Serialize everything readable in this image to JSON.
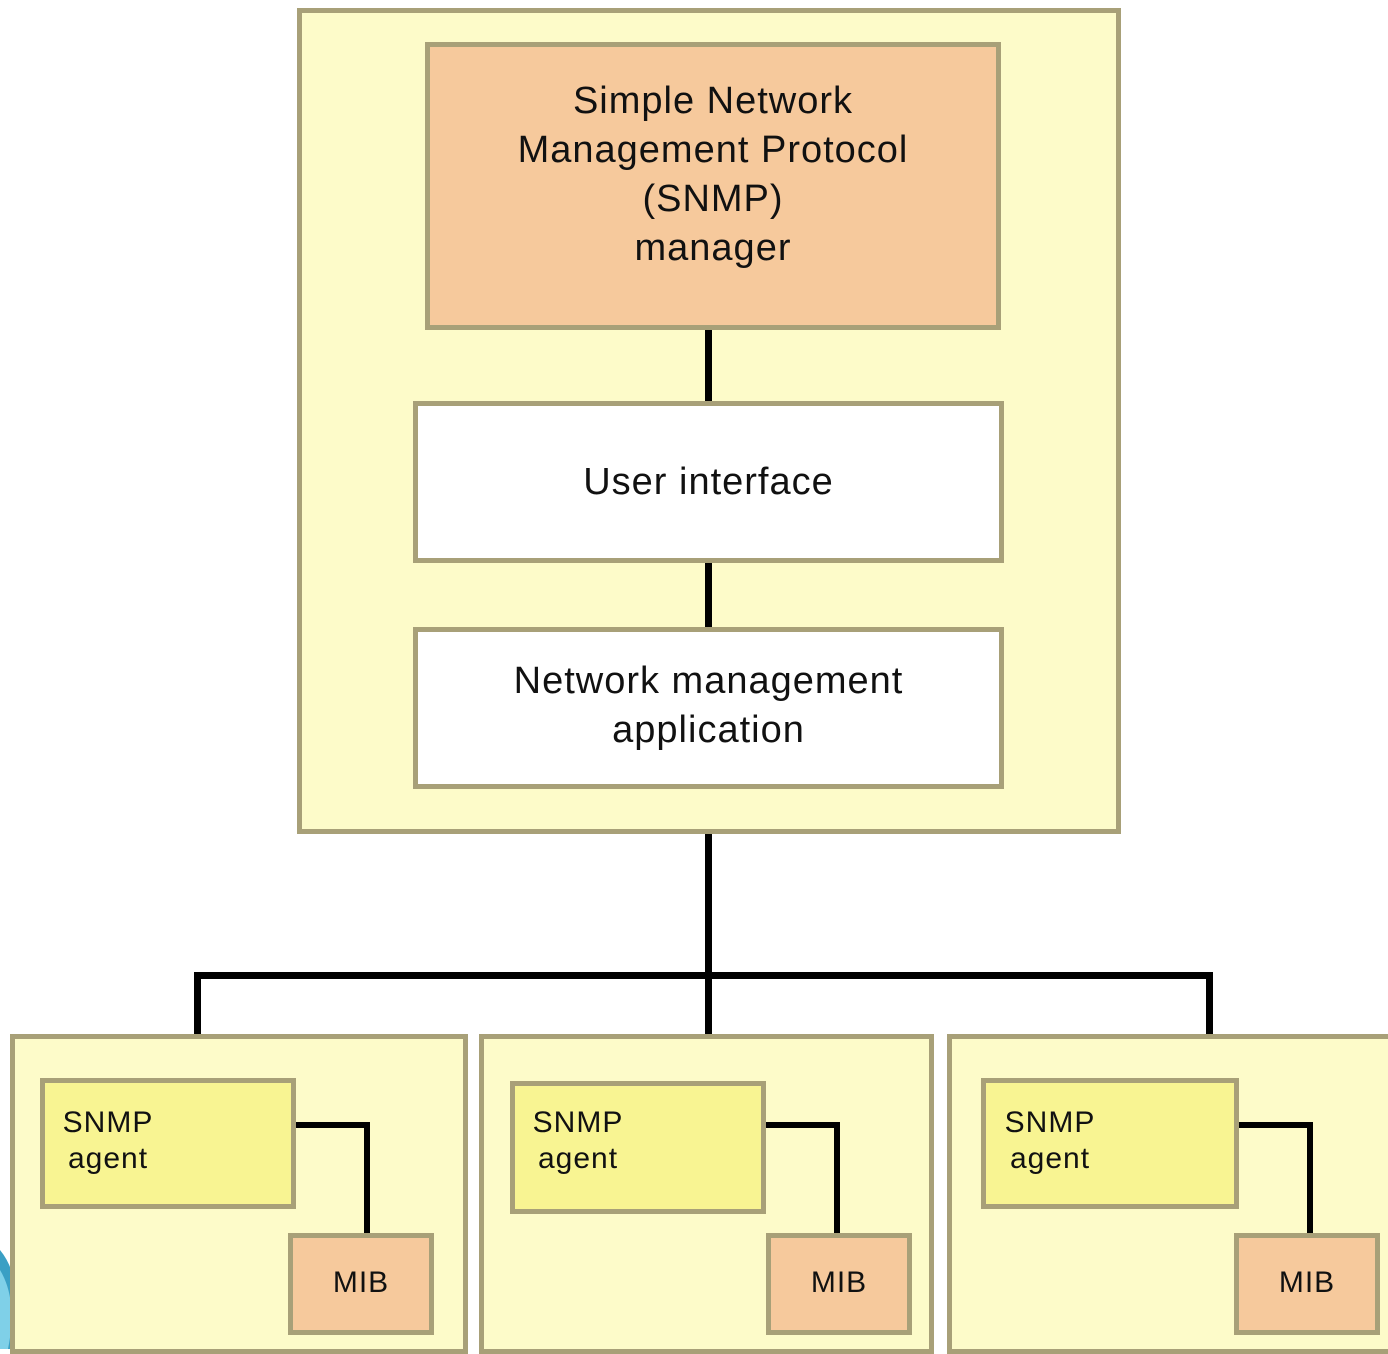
{
  "manager": {
    "title": "Simple Network\nManagement Protocol\n(SNMP)\nmanager",
    "user_interface": "User interface",
    "network_app": "Network management\napplication"
  },
  "agents": [
    {
      "agent_label": "SNMP\nagent",
      "mib_label": "MIB"
    },
    {
      "agent_label": "SNMP\nagent",
      "mib_label": "MIB"
    },
    {
      "agent_label": "SNMP\nagent",
      "mib_label": "MIB"
    }
  ],
  "colors": {
    "outer_fill": "#fdfbc9",
    "peach_fill": "#f6c99c",
    "agent_fill": "#f8f492",
    "border": "#a8a078",
    "connector": "#000000"
  }
}
